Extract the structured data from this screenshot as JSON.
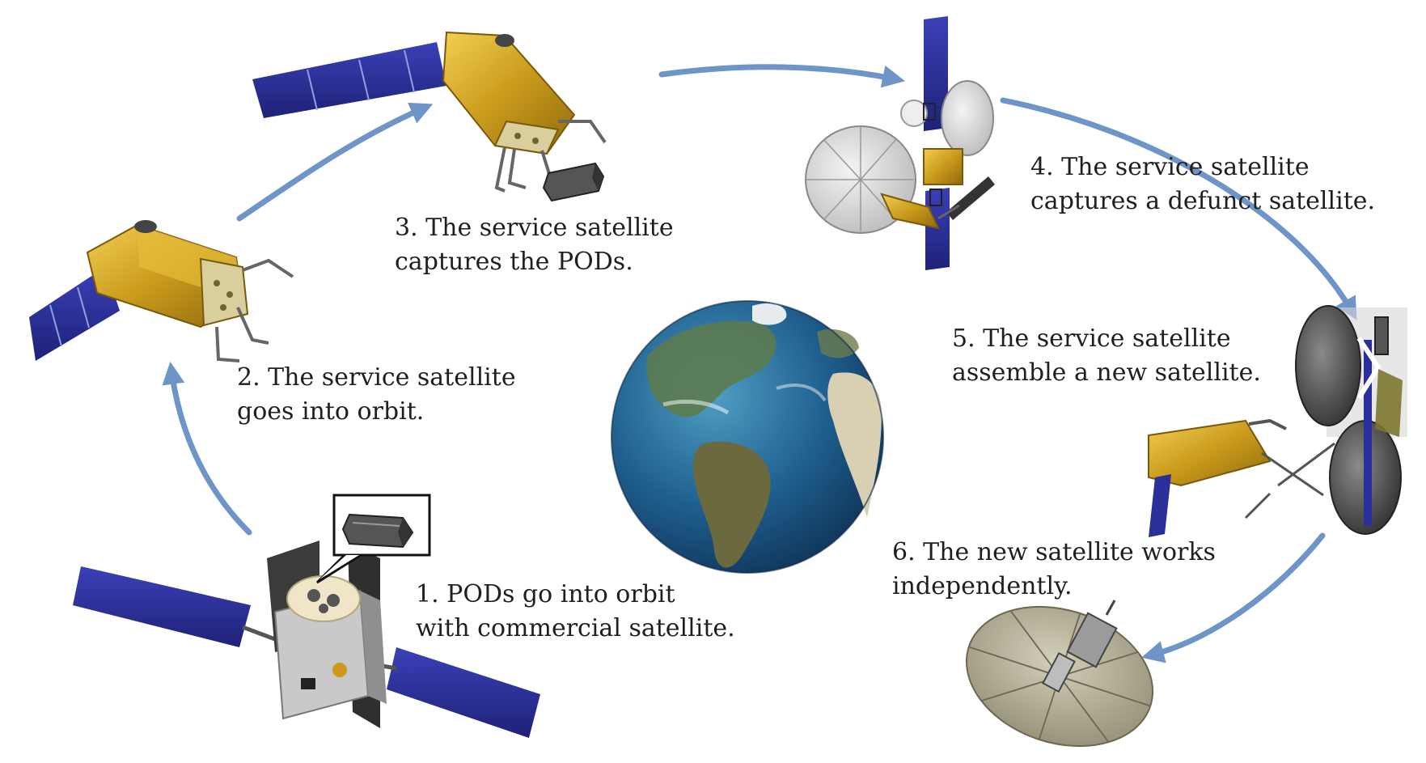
{
  "steps": [
    {
      "id": 1,
      "line1": "1. PODs go into orbit",
      "line2": "with commercial satellite."
    },
    {
      "id": 2,
      "line1": "2. The service satellite",
      "line2": "goes into orbit."
    },
    {
      "id": 3,
      "line1": "3. The service satellite",
      "line2": "captures the PODs."
    },
    {
      "id": 4,
      "line1": "4. The service satellite",
      "line2": "captures a defunct satellite."
    },
    {
      "id": 5,
      "line1": "5. The service satellite",
      "line2": "assemble a new satellite."
    },
    {
      "id": 6,
      "line1": "6. The new satellite works",
      "line2": "independently."
    }
  ],
  "colors": {
    "arrow": "#6e95c8",
    "solar_panel": "#2a2f9a",
    "gold_body": "#c99a1c",
    "ocean": "#1f5f8f",
    "land": "#6b6a3e",
    "dish": "#b9b39c"
  }
}
